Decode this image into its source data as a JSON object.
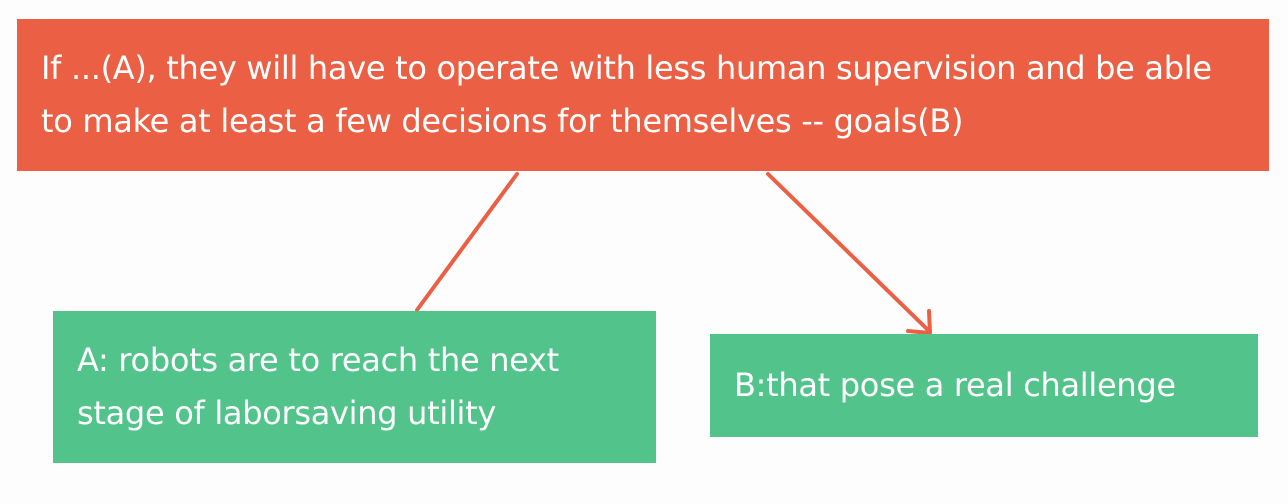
{
  "diagram": {
    "main_box": {
      "text": "If ...(A), they will have to operate with less human supervision and be able to make at least a few decisions for themselves -- goals(B)"
    },
    "box_a": {
      "text": "A: robots are to reach the next stage of laborsaving utility"
    },
    "box_b": {
      "text": "B:that pose a real challenge"
    },
    "colors": {
      "main_box_fill": "#eb6044",
      "sub_box_fill": "#52c48b",
      "connector": "#eb6044",
      "text": "#ffffff",
      "background": "#fdfdfd"
    }
  }
}
